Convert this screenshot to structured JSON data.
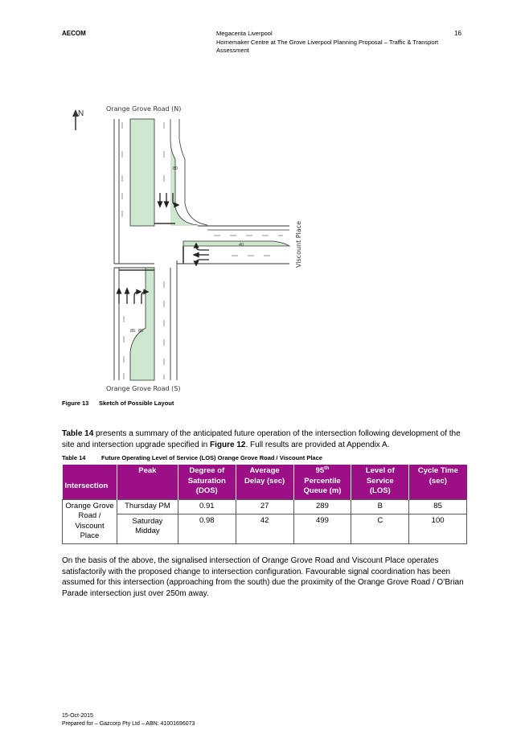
{
  "header": {
    "company": "AECOM",
    "project_line1": "Megacenta Liverpool",
    "project_line2": "Homemaker Centre at The Grove Liverpool Planning Proposal – Traffic & Transport Assessment",
    "page_number": "16"
  },
  "figure": {
    "north_label": "N",
    "road_north": "Orange Grove Road (N)",
    "road_south": "Orange Grove Road (S)",
    "road_east": "Viscount Place",
    "lane_label_north": "80",
    "lane_label_east": "40",
    "lane_label_south_1": "85",
    "lane_label_south_2": "85",
    "caption_number": "Figure 13",
    "caption_text": "Sketch of Possible Layout",
    "colors": {
      "median": "#cfe6cf",
      "road_line": "#333333"
    }
  },
  "intro": {
    "t1": "Table 14",
    "t2": " presents a summary of the anticipated future operation of the intersection following development of the site and intersection upgrade specified in ",
    "t3": "Figure 12",
    "t4": ". Full results are provided at Appendix A."
  },
  "table": {
    "caption_number": "Table 14",
    "caption_text": "Future Operating Level of Service (LOS) Orange Grove Road / Viscount Place",
    "header_color": "#9c0f86",
    "headers": {
      "intersection": "Intersection",
      "peak": "Peak",
      "dos_1": "Degree of",
      "dos_2": "Saturation",
      "dos_3": "(DOS)",
      "delay_1": "Average",
      "delay_2": "Delay (sec)",
      "queue_1": "95",
      "queue_sup": "th",
      "queue_2": "Percentile",
      "queue_3": "Queue (m)",
      "los_1": "Level of",
      "los_2": "Service",
      "los_3": "(LOS)",
      "cycle_1": "Cycle Time",
      "cycle_2": "(sec)"
    },
    "intersection_name": "Orange Grove Road / Viscount Place",
    "rows": [
      {
        "peak": "Thursday PM",
        "dos": "0.91",
        "delay": "27",
        "queue": "289",
        "los": "B",
        "cycle": "85"
      },
      {
        "peak": "Saturday Midday",
        "dos": "0.98",
        "delay": "42",
        "queue": "499",
        "los": "C",
        "cycle": "100"
      }
    ]
  },
  "conclusion": "On the basis of the above, the signalised intersection of Orange Grove Road and Viscount Place operates satisfactorily with the proposed change to intersection configuration.  Favourable signal coordination has been assumed for this intersection (approaching from the south) due the proximity of the Orange Grove Road / O’Brian Parade intersection just over 250m away.",
  "footer": {
    "date": "15-Oct-2015",
    "prepared": "Prepared for – Gazcorp Pty Ltd – ABN: 41001696073"
  }
}
